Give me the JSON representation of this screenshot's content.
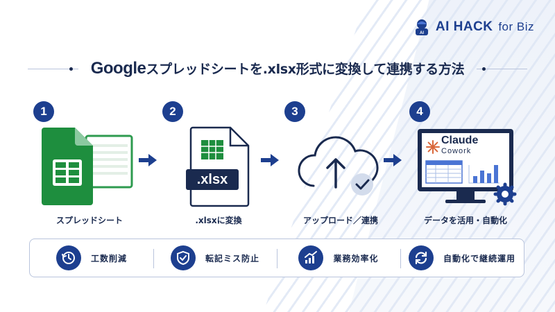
{
  "logo": {
    "main": "AI HACK",
    "sub": "for Biz",
    "badge": "AI"
  },
  "title": {
    "brand": "Google",
    "rest": "スプレッドシートを.xlsx形式に変換して連携する方法"
  },
  "steps": [
    {
      "number": "1",
      "label": "スプレッドシート"
    },
    {
      "number": "2",
      "label": ".xlsxに変換",
      "icon_text": ".xlsx"
    },
    {
      "number": "3",
      "label": "アップロード／連携"
    },
    {
      "number": "4",
      "label": "データを活用・自動化",
      "screen_title": "Claude",
      "screen_sub": "Cowork"
    }
  ],
  "benefits": [
    {
      "label": "工数削減",
      "icon": "clock-refresh-icon"
    },
    {
      "label": "転記ミス防止",
      "icon": "shield-check-icon"
    },
    {
      "label": "業務効率化",
      "icon": "growth-chart-icon"
    },
    {
      "label": "自動化で継続運用",
      "icon": "sync-icon"
    }
  ],
  "colors": {
    "navy": "#1d3f8f",
    "text": "#1a2a4f",
    "sheets_green": "#1e8e3e",
    "accent_orange": "#d9673a"
  }
}
